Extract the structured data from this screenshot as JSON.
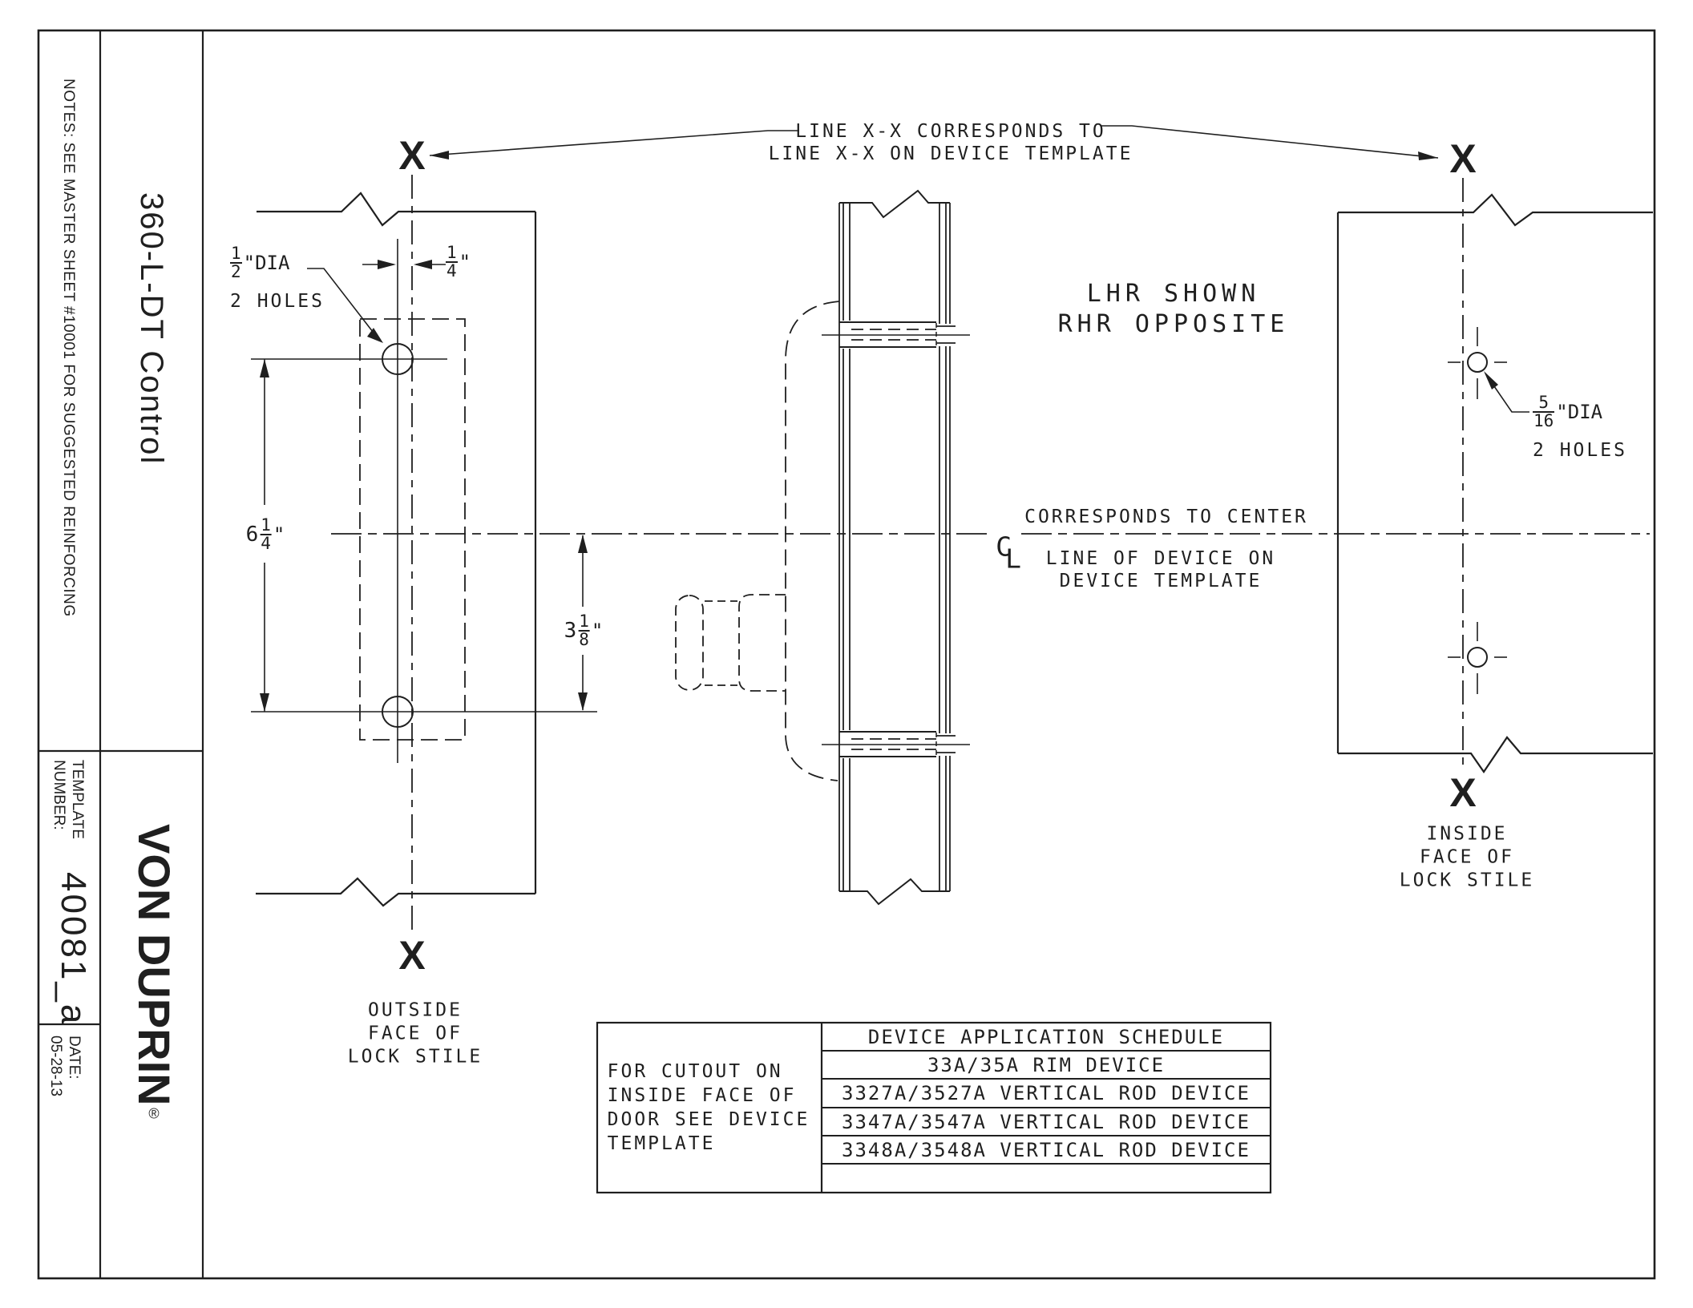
{
  "sidebar": {
    "notes": "NOTES: SEE MASTER SHEET #10001 FOR SUGGESTED REINFORCING",
    "product": "360-L-DT Control",
    "template_label": "TEMPLATE\nNUMBER:",
    "template_number": "40081_a",
    "date_label": "DATE:\n05-28-13",
    "brand": "VON DUPRIN",
    "registered": "®"
  },
  "annotations": {
    "line_xx": "LINE X-X CORRESPONDS TO\nLINE X-X ON DEVICE TEMPLATE",
    "handing": "LHR SHOWN\nRHR OPPOSITE",
    "center_top": "CORRESPONDS TO CENTER",
    "center_bottom": "LINE OF DEVICE ON\nDEVICE TEMPLATE",
    "outside_label": "OUTSIDE\nFACE OF\nLOCK STILE",
    "inside_label": "INSIDE\nFACE OF\nLOCK STILE",
    "cutout_note": "FOR CUTOUT ON\nINSIDE FACE OF\nDOOR SEE DEVICE\nTEMPLATE",
    "x_mark": "X",
    "cl_c": "C",
    "cl_l": "L"
  },
  "dimensions": {
    "quarter": {
      "num": "1",
      "den": "4",
      "suffix": "\""
    },
    "half_dia": {
      "num": "1",
      "den": "2",
      "suffix": "\"DIA"
    },
    "half_dia_holes": "2 HOLES",
    "six_quarter": {
      "whole": "6",
      "num": "1",
      "den": "4",
      "suffix": "\""
    },
    "three_eighth": {
      "whole": "3",
      "num": "1",
      "den": "8",
      "suffix": "\""
    },
    "five_sixteenth": {
      "num": "5",
      "den": "16",
      "suffix": "\"DIA"
    },
    "five_sixteenth_holes": "2 HOLES"
  },
  "table": {
    "title": "DEVICE APPLICATION SCHEDULE",
    "rows": [
      "33A/35A RIM DEVICE",
      "3327A/3527A VERTICAL ROD DEVICE",
      "3347A/3547A VERTICAL ROD DEVICE",
      "3348A/3548A VERTICAL ROD DEVICE"
    ]
  }
}
